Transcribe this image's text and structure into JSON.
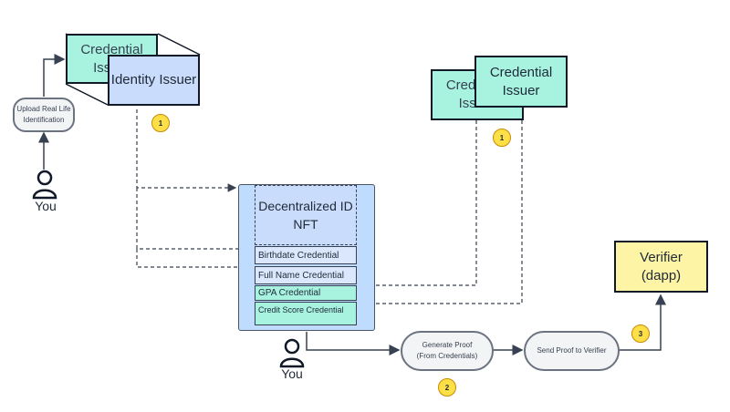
{
  "nodes": {
    "identity_issuer_back_label": "Credential Issuer",
    "identity_issuer_label": "Identity Issuer",
    "cred_issuer_back_label": "Credential Issuer",
    "cred_issuer_label": "Credential Issuer",
    "upload_label": "Upload Real Life Identification",
    "did_nft_label": "Decentralized ID NFT",
    "credentials": [
      "Birthdate Credential",
      "Full Name Credential",
      "GPA Credential",
      "Credit Score Credential"
    ],
    "generate_proof_label": "Generate Proof (From Credentials)",
    "send_proof_label": "Send Proof to Verifier",
    "verifier_label": "Verifier (dapp)",
    "you_label_1": "You",
    "you_label_2": "You"
  },
  "badges": [
    "1",
    "1",
    "2",
    "3"
  ],
  "colors": {
    "teal": "#a7f3e0",
    "blue": "#c9dcfb",
    "yellow": "#fdf5a5",
    "badge": "#fde047",
    "container": "#bfdbfe"
  }
}
